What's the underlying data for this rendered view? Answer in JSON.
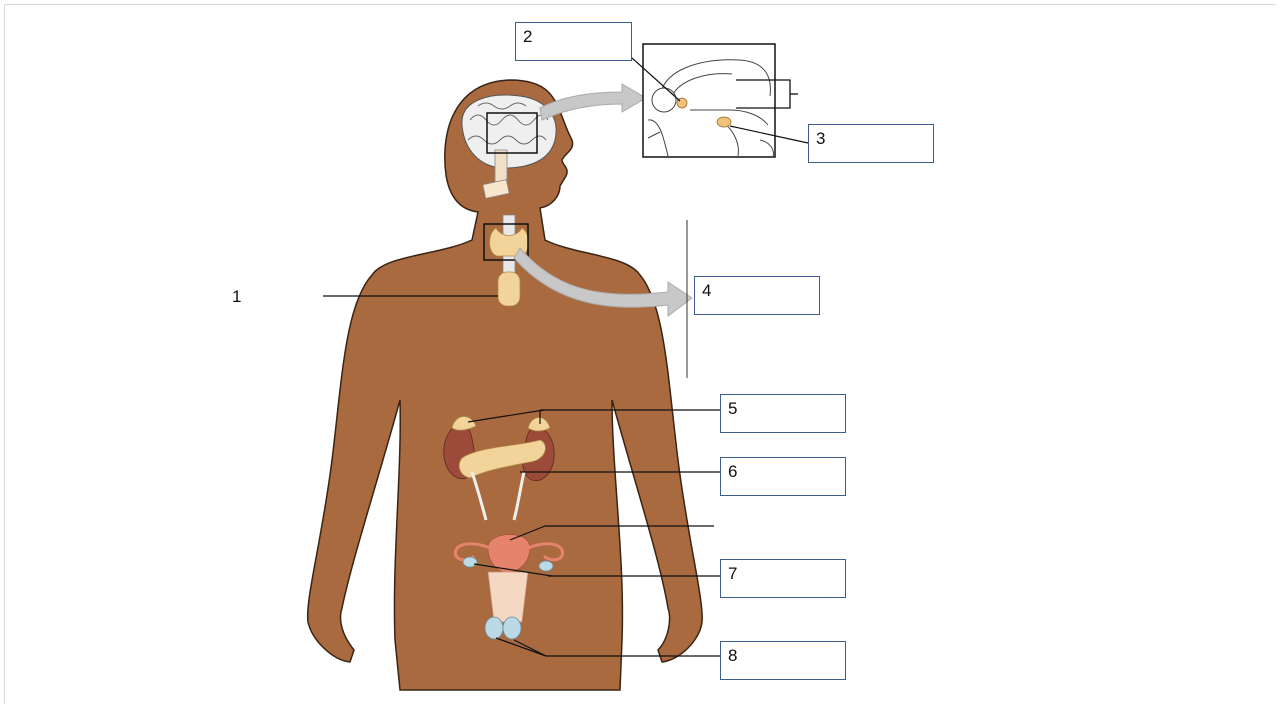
{
  "labels": {
    "n1": "1",
    "n2": "2",
    "n3": "3",
    "n4": "4",
    "n5": "5",
    "n6": "6",
    "n7": "7",
    "n8": "8"
  },
  "colors": {
    "skin": "#a86a3e",
    "skin_outline": "#3a2414",
    "gland": "#f2d49a",
    "kidney": "#9c4a3a",
    "uterus": "#e5836c",
    "gonad": "#bcd9e6",
    "box_border": "#3d5e8c",
    "arrow": "#c8c8c8"
  }
}
